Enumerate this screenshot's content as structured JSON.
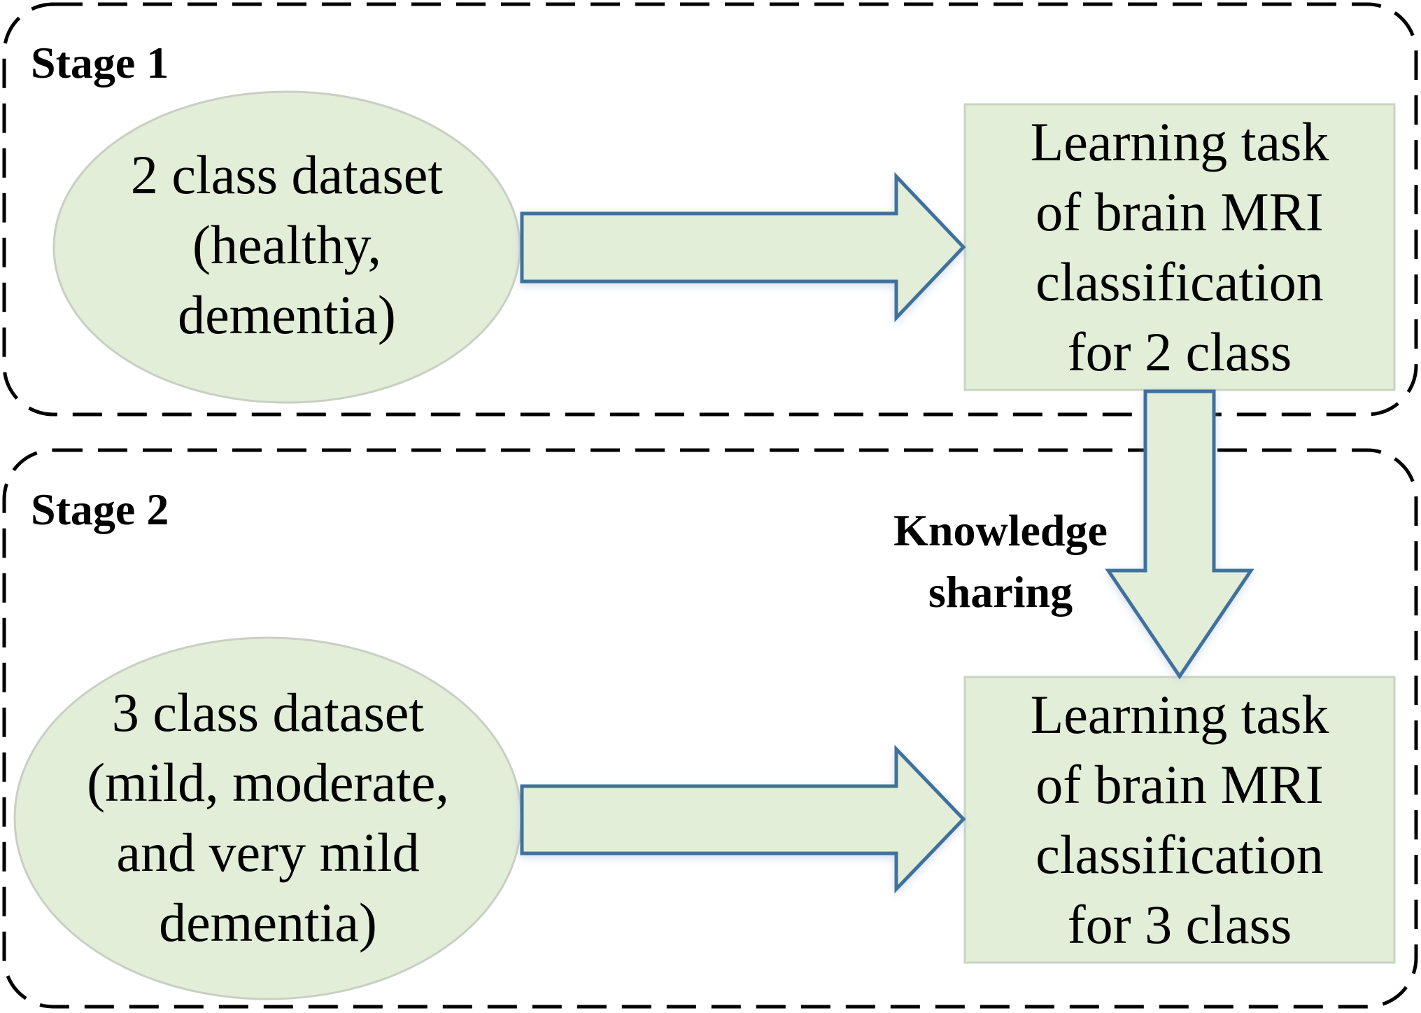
{
  "stages": [
    {
      "label": "Stage 1"
    },
    {
      "label": "Stage 2"
    }
  ],
  "nodes": {
    "dataset_2class": {
      "lines": [
        "2 class dataset",
        "(healthy,",
        "dementia)"
      ]
    },
    "task_2class": {
      "lines": [
        "Learning task",
        "of brain MRI",
        "classification",
        "for 2 class"
      ]
    },
    "dataset_3class": {
      "lines": [
        "3 class dataset",
        "(mild, moderate,",
        "and very mild",
        "dementia)"
      ]
    },
    "task_3class": {
      "lines": [
        "Learning task",
        "of brain MRI",
        "classification",
        "for 3 class"
      ]
    }
  },
  "edges": {
    "knowledge_sharing": {
      "lines": [
        "Knowledge",
        "sharing"
      ]
    }
  },
  "colors": {
    "fill": "#e2eed8",
    "ellipse_stroke": "#c9cfc3",
    "arrow_stroke": "#41719c",
    "dash": "#000000"
  }
}
